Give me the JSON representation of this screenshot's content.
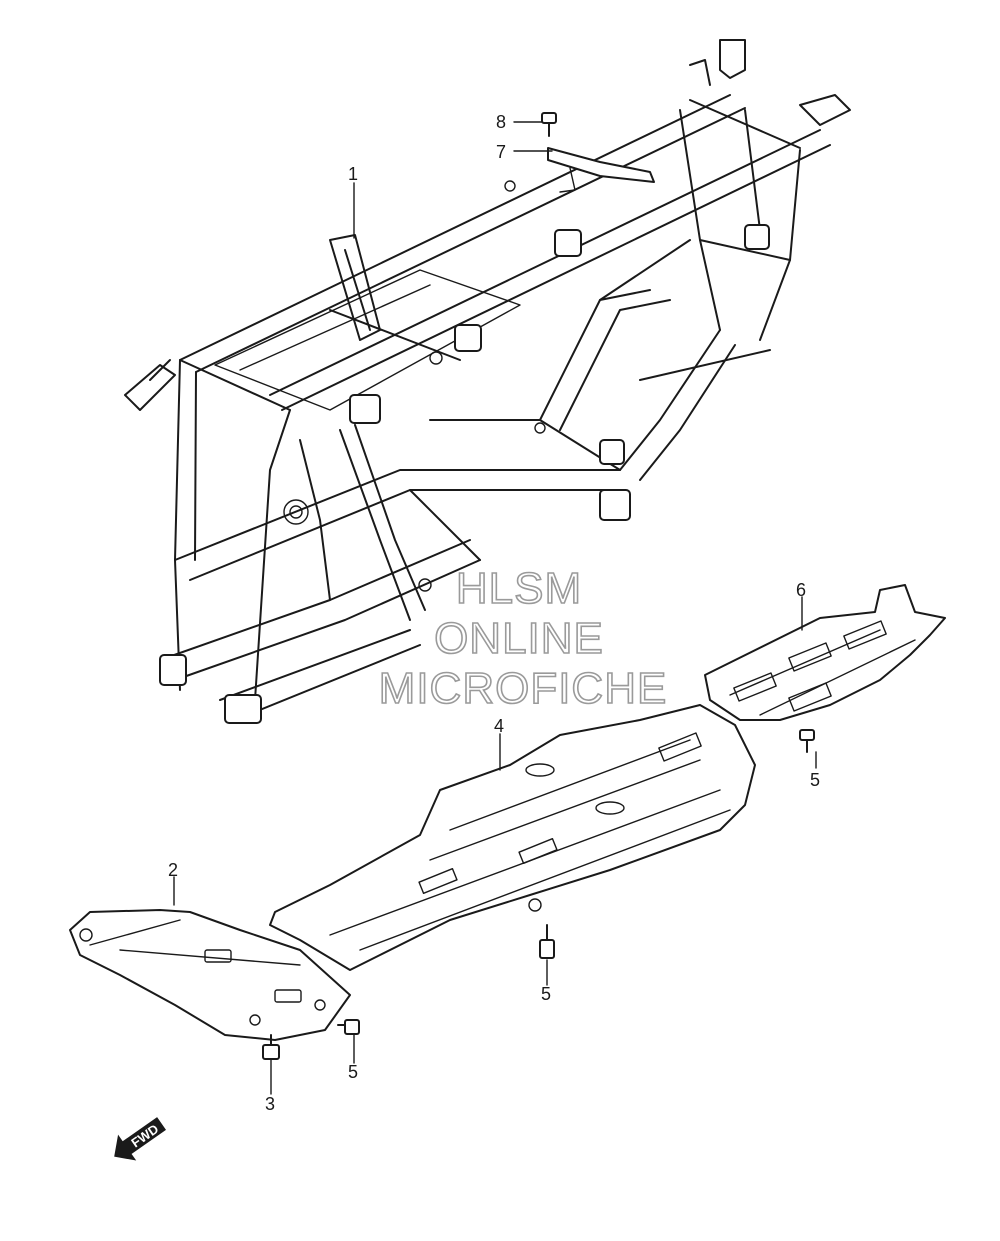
{
  "callouts": [
    {
      "id": "c8",
      "label": "8"
    },
    {
      "id": "c7",
      "label": "7"
    },
    {
      "id": "c1",
      "label": "1"
    },
    {
      "id": "c6",
      "label": "6"
    },
    {
      "id": "c4",
      "label": "4"
    },
    {
      "id": "c5a",
      "label": "5"
    },
    {
      "id": "c2",
      "label": "2"
    },
    {
      "id": "c5b",
      "label": "5"
    },
    {
      "id": "c5c",
      "label": "5"
    },
    {
      "id": "c3",
      "label": "3"
    }
  ],
  "watermark": {
    "line1": "HLSM",
    "line2": "ONLINE",
    "line3": "MICROFICHE"
  },
  "fwd_arrow": {
    "label": "FWD"
  }
}
